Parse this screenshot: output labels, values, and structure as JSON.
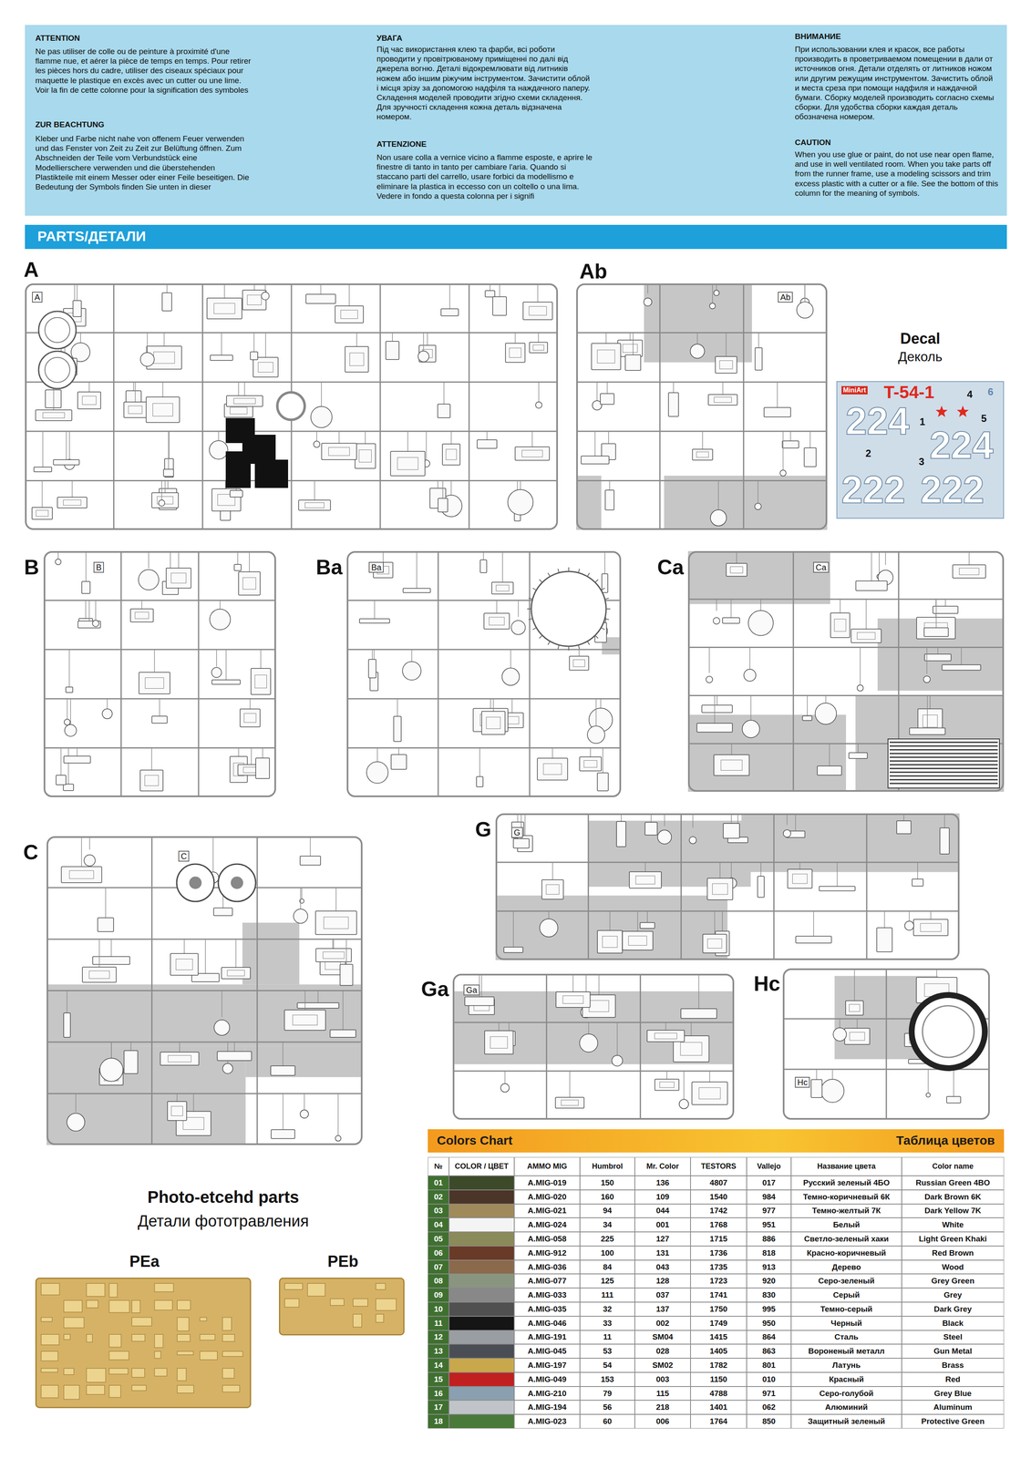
{
  "diagram": {
    "nodes": [
      {
        "text": [
          "ATTENTION",
          "Ne pas utiliser de colle ou de peinture à proximité d'une flamme nue, et aérer la pièce de temps en temps. Pour retirer les pièces hors du cadre, utiliser des ciseaux spéciaux pour maquette le plastique en excès avec un cutter ou une lime. Voir la fin de cette colonne pour la signification des symboles",
          "ZUR BEACHTUNG",
          "Kleber und Farbe nicht nahe von offenem Feuer verwenden und das Fenster von Zeit zu Zeit zur Belüftung öffnen. Zum Abschneiden der Teile vom Verbundstück eine Modellierschere verwenden und die überstehenden Plastikteile mit einem Messer oder einer Feile beseitigen. Die Bedeutung der Symbols finden Sie unten in dieser",
          "УВАГА",
          "Під час використання клею та фарби, всі роботи проводити у провітрюваному приміщенні по далі від джерела вогню. Деталі відокремлювати від литників ножем або іншим ріжучим інструментом. Зачистити облой і місця зрізу за допомогою надфіля та наждачного паперу. Складення моделей проводити згідно схеми складення. Для зручності складення кожна деталь відзначена номером.",
          "ATTENZIONE",
          "Non usare colla a vernice vicino a flamme esposte, e aprire le finestre di tanto in tanto per cambiare l'aria. Quando si staccano parti del carrello, usare forbici da modellismo e eliminare la plastica in eccesso con un coltello o una lima. Vedere in fondo a questa colonna per i signifi",
          "ВНИМАНИЕ",
          "При использовании клея и красок, все работы производить в проветриваемом помещении в дали от источников огня. Детали отделять от литников ножом или другим режущим инструментом. Зачистить облой и места среза при помощи надфиля и наждачной бумаги. Сборку моделей производить согласно схемы сборки. Для удобства сборки каждая деталь обозначена номером.",
          "CAUTION",
          "When you use glue or paint, do not use near open flame, and use in well ventilated room. When you take parts off from the runner frame, use a modeling scissors and trim excess plastic with a cutter or a file. See the bottom of this column for the meaning of symbols."
        ]
      },
      {
        "text": [
          "PARTS/ДЕТАЛИ"
        ]
      },
      {
        "text": [
          "A",
          "A"
        ]
      },
      {
        "text": [
          "Ab",
          "Ab"
        ]
      },
      {
        "text": [
          "Decal",
          "Деколь",
          "MiniArt",
          "T-54-1",
          "224",
          "224",
          "222",
          "222",
          "1",
          "2",
          "3",
          "4",
          "5",
          "6"
        ]
      },
      {
        "text": [
          "B",
          "B"
        ]
      },
      {
        "text": [
          "Ba",
          "Ba"
        ]
      },
      {
        "text": [
          "Ca",
          "Ca"
        ]
      },
      {
        "text": [
          "C",
          "C"
        ]
      },
      {
        "text": [
          "G",
          "G"
        ]
      },
      {
        "text": [
          "Ga",
          "Ga"
        ]
      },
      {
        "text": [
          "Hc",
          "Hc"
        ]
      },
      {
        "text": [
          "PEa"
        ]
      },
      {
        "text": [
          "PEb"
        ]
      },
      {
        "text": [
          "Colors Chart",
          "Таблица цветов"
        ]
      }
    ],
    "labels": [
      "Photo-etcehd parts",
      "Детали фототравления",
      "№",
      "COLOR / ЦВЕТ",
      "AMMO MIG",
      "Humbrol",
      "Mr. Color",
      "TESTORS",
      "Vallejo",
      "Название цвета",
      "Color name",
      "01",
      "A.MIG-019",
      "150",
      "136",
      "4807",
      "017",
      "Русский зеленый 4БО",
      "02",
      "A.MIG-020",
      "160",
      "109",
      "1540",
      "984",
      "Темно-коричневый 6К",
      "03",
      "A.MIG-021",
      "94",
      "044",
      "1742",
      "977",
      "Темно-желтый 7К",
      "04",
      "A.MIG-024",
      "34",
      "001",
      "1768",
      "951",
      "Белый",
      "05",
      "A.MIG-058",
      "225",
      "127",
      "1715",
      "886",
      "Светло-зеленый хаки",
      "06",
      "A.MIG-912",
      "100",
      "131",
      "1736",
      "818",
      "Красно-коричневый",
      "07",
      "A.MIG-036",
      "84",
      "043",
      "1735",
      "913",
      "Дерево",
      "08",
      "A.MIG-077",
      "125",
      "128",
      "1723",
      "920",
      "Серо-зеленый",
      "09",
      "A.MIG-033",
      "111",
      "037",
      "1741",
      "830",
      "Серый",
      "10",
      "A.MIG-035",
      "32",
      "137",
      "1750",
      "995",
      "Темно-серый",
      "11",
      "A.MIG-046",
      "33",
      "002",
      "1749",
      "950",
      "Черный",
      "12",
      "A.MIG-191",
      "11",
      "SM04",
      "1415",
      "864",
      "Сталь",
      "13",
      "A.MIG-045",
      "53",
      "028",
      "1405",
      "863",
      "Вороненый металл",
      "14",
      "A.MIG-197",
      "54",
      "SM02",
      "1782",
      "801",
      "Латунь",
      "15",
      "A.MIG-049",
      "153",
      "003",
      "1150",
      "010",
      "Красный",
      "16",
      "A.MIG-210",
      "79",
      "115",
      "4788",
      "971",
      "Серо-голубой",
      "17",
      "A.MIG-194",
      "56",
      "218",
      "1401",
      "062",
      "Алюминий",
      "18",
      "A.MIG-023",
      "60",
      "006",
      "1764",
      "850",
      "Защитный зеленый"
    ],
    "legend": [
      {
        "text": "Russian Green 4BO",
        "color": "#3d4a2a"
      },
      {
        "text": "Dark Brown 6K",
        "color": "#4a3528"
      },
      {
        "text": "Dark Yellow 7K",
        "color": "#a08a5a"
      },
      {
        "text": "White",
        "color": "#f4f4f4"
      },
      {
        "text": "Light Green Khaki",
        "color": "#8a8a5a"
      },
      {
        "text": "Red Brown",
        "color": "#6a3a28"
      },
      {
        "text": "Wood",
        "color": "#8a6a4a"
      },
      {
        "text": "Grey Green",
        "color": "#8a9580"
      },
      {
        "text": "Grey",
        "color": "#888888"
      },
      {
        "text": "Dark Grey",
        "color": "#505050"
      },
      {
        "text": "Black",
        "color": "#151515"
      },
      {
        "text": "Steel",
        "color": "#9a9ea2"
      },
      {
        "text": "Gun Metal",
        "color": "#4a4e54"
      },
      {
        "text": "Brass",
        "color": "#c8a84a"
      },
      {
        "text": "Red",
        "color": "#c02020"
      },
      {
        "text": "Grey Blue",
        "color": "#8aa0b0"
      },
      {
        "text": "Aluminum",
        "color": "#c0c4c8"
      },
      {
        "text": "Protective Green",
        "color": "#4a7a3a"
      }
    ]
  }
}
